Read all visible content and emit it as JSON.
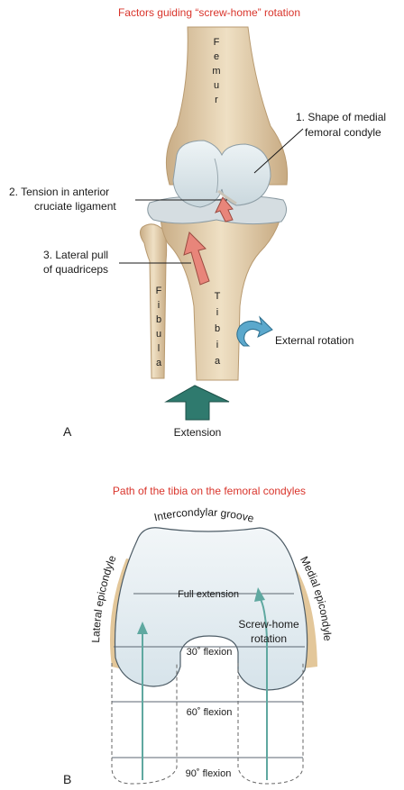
{
  "panel_a": {
    "title": "Factors guiding “screw-home” rotation",
    "bone_femur": [
      "F",
      "e",
      "m",
      "u",
      "r"
    ],
    "bone_fibula": [
      "F",
      "i",
      "b",
      "u",
      "l",
      "a"
    ],
    "bone_tibia": [
      "T",
      "i",
      "b",
      "i",
      "a"
    ],
    "label1": [
      "1. Shape of medial",
      "femoral condyle"
    ],
    "label2": [
      "2. Tension in anterior",
      "cruciate ligament"
    ],
    "label3": [
      "3. Lateral pull",
      "of quadriceps"
    ],
    "external_rotation": "External rotation",
    "extension": "Extension",
    "panel_letter": "A"
  },
  "panel_b": {
    "title": "Path of the tibia on the femoral condyles",
    "groove": "Intercondylar groove",
    "lateral": "Lateral epicondyle",
    "medial": "Medial epicondyle",
    "full_extension": "Full extension",
    "screw_home": [
      "Screw-home",
      "rotation"
    ],
    "flexion_30": "30˚ flexion",
    "flexion_60": "60˚ flexion",
    "flexion_90": "90˚ flexion",
    "panel_letter": "B"
  },
  "colors": {
    "title_red": "#d9342b",
    "arrow_salmon": "#e8857a",
    "arrow_blue": "#5ba8cc",
    "extension_arrow": "#2f7a6e",
    "bone": "#e3cfae",
    "cartilage": "#cfd9de",
    "screw_arrow": "#5fa8a0"
  }
}
